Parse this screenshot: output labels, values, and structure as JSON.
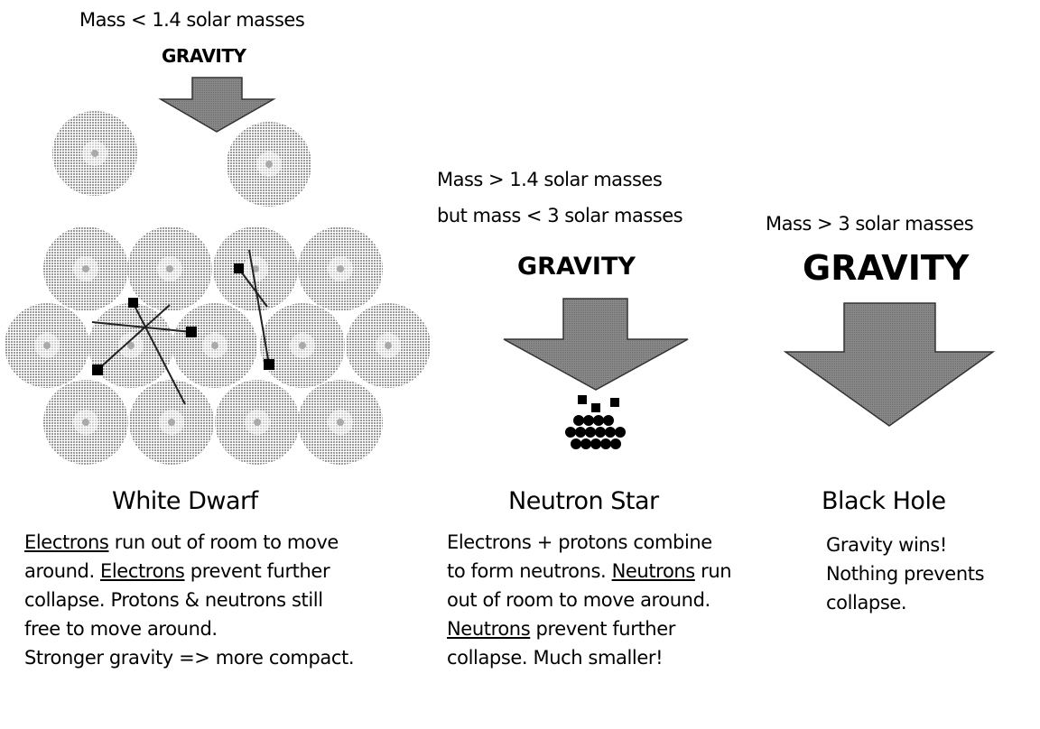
{
  "white_dwarf": {
    "mass_label": "Mass < 1.4 solar masses",
    "gravity": "GRAVITY",
    "title": "White Dwarf",
    "lines": [
      [
        {
          "t": "Electrons",
          "u": true
        },
        {
          "t": " run out of room to move"
        }
      ],
      [
        {
          "t": "around. "
        },
        {
          "t": "Electrons",
          "u": true
        },
        {
          "t": " prevent further"
        }
      ],
      [
        {
          "t": "collapse. Protons & neutrons still"
        }
      ],
      [
        {
          "t": "free to move around."
        }
      ],
      [
        {
          "t": " "
        }
      ],
      [
        {
          "t": "Stronger gravity => more compact."
        }
      ]
    ]
  },
  "neutron_star": {
    "mass_label_1": "Mass > 1.4 solar masses",
    "mass_label_2": "but mass < 3 solar masses",
    "gravity": "GRAVITY",
    "title": "Neutron Star",
    "lines": [
      [
        {
          "t": "Electrons + protons combine"
        }
      ],
      [
        {
          "t": "to form neutrons. "
        },
        {
          "t": "Neutrons",
          "u": true
        },
        {
          "t": " run"
        }
      ],
      [
        {
          "t": "out of room to move around."
        }
      ],
      [
        {
          "t": "Neutrons",
          "u": true
        },
        {
          "t": " prevent further"
        }
      ],
      [
        {
          "t": "collapse. Much smaller!"
        }
      ]
    ]
  },
  "black_hole": {
    "mass_label": "Mass > 3 solar masses",
    "gravity": "GRAVITY",
    "title": "Black Hole",
    "lines": [
      [
        {
          "t": "Gravity wins!"
        }
      ],
      [
        {
          "t": "Nothing prevents"
        }
      ],
      [
        {
          "t": "collapse."
        }
      ]
    ]
  }
}
